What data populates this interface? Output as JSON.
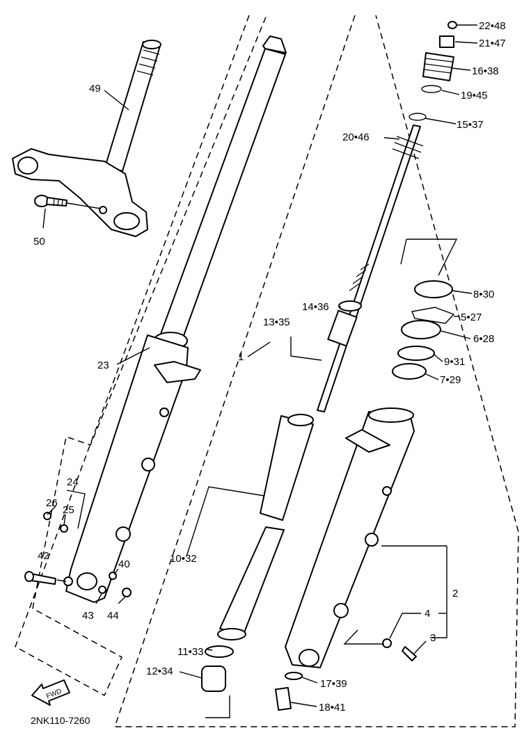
{
  "diagram_code": "2NK110-7260",
  "arrow_label": "FWD",
  "callouts": {
    "c49": "49",
    "c50": "50",
    "c23": "23",
    "c1": "1",
    "c24": "24",
    "c25": "25",
    "c26": "26",
    "c42": "42",
    "c40": "40",
    "c43": "43",
    "c44": "44",
    "c22": "22",
    "c48": "48",
    "c21": "21",
    "c47": "47",
    "c16": "16",
    "c38": "38",
    "c19": "19",
    "c45": "45",
    "c15": "15",
    "c37": "37",
    "c20": "20",
    "c46": "46",
    "c14": "14",
    "c36": "36",
    "c13": "13",
    "c35": "35",
    "c8": "8",
    "c30": "30",
    "c5": "5",
    "c27": "27",
    "c6": "6",
    "c28": "28",
    "c9": "9",
    "c31": "31",
    "c7": "7",
    "c29": "29",
    "c10": "10",
    "c32": "32",
    "c11": "11",
    "c33": "33",
    "c12": "12",
    "c34": "34",
    "c17": "17",
    "c39": "39",
    "c18": "18",
    "c41": "41",
    "c2": "2",
    "c3": "3",
    "c4": "4"
  }
}
